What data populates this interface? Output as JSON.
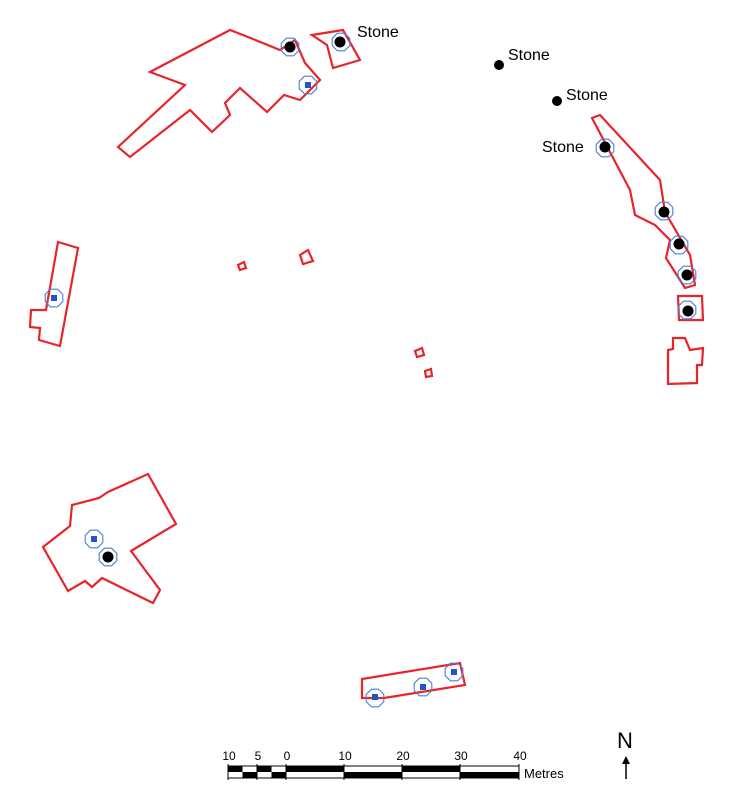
{
  "colors": {
    "trench": "#e8242b",
    "stone": "#000000",
    "post_marker": "#2255cc",
    "ring": "#4a7fd6"
  },
  "labels": {
    "stone_1": "Stone",
    "stone_2": "Stone",
    "stone_3": "Stone",
    "stone_4": "Stone"
  },
  "scale_bar": {
    "ticks": [
      "10",
      "5",
      "0",
      "10",
      "20",
      "30",
      "40"
    ],
    "unit": "Metres"
  },
  "north_arrow": {
    "letter": "N"
  }
}
